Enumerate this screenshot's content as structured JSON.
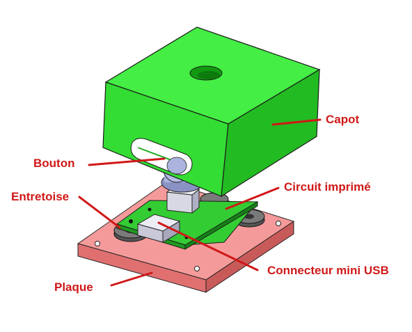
{
  "labels": {
    "capot": "Capot",
    "bouton": "Bouton",
    "entretoise": "Entretoise",
    "circuit": "Circuit imprimé",
    "connecteur": "Connecteur mini USB",
    "plaque": "Plaque"
  },
  "colors": {
    "label_and_leader": "#d01818",
    "capot": "#33dd33",
    "circuit": "#2fbf2f",
    "plaque": "#f08a8a",
    "bouton": "#aab4dd",
    "entretoise": "#6a6a6a",
    "connecteur": "#dcdce8"
  }
}
